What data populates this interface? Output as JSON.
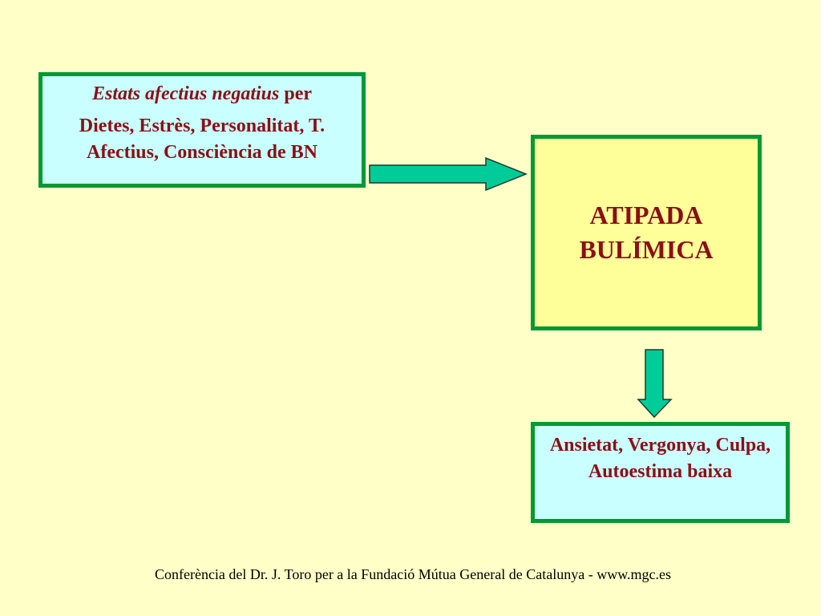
{
  "diagram": {
    "cause_box": {
      "italic_text": "Estats afectius negatius",
      "plain_text": " per",
      "line2": "Dietes, Estrès, Personalitat, T.",
      "line3": "Afectius, Consciència de BN"
    },
    "center_box": {
      "line1": "ATIPADA",
      "line2": "BULÍMICA"
    },
    "effect_box": {
      "text": "Ansietat, Vergonya, Culpa, Autoestima baixa"
    }
  },
  "footer": {
    "text": "Conferència del Dr. J. Toro per a la Fundació Mútua General de Catalunya - www.mgc.es"
  },
  "colors": {
    "background": "#FFFFC8",
    "box_border": "#009933",
    "box_cyan": "#C9FFFF",
    "box_yellow": "#FFFF99",
    "text": "#8B0F16",
    "arrow_fill": "#00CC99"
  }
}
